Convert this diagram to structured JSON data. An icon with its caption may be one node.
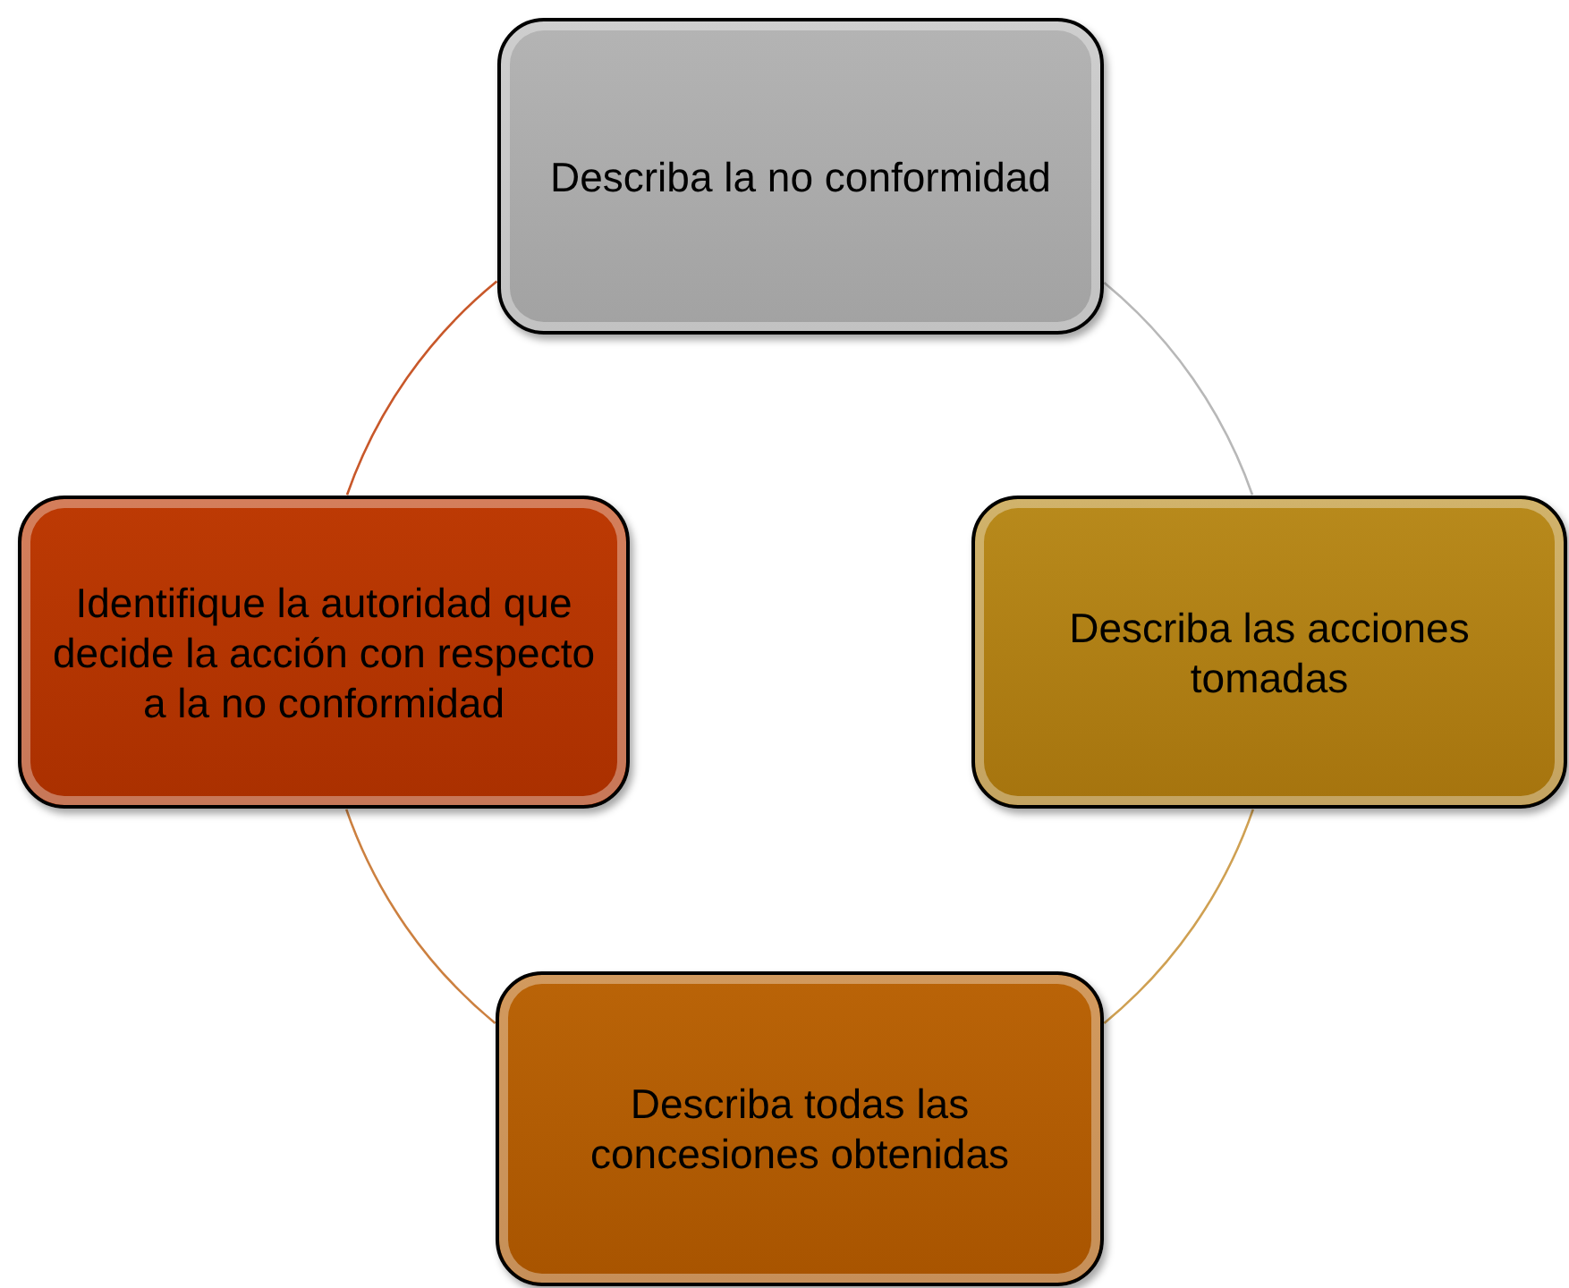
{
  "diagram": {
    "nodes": [
      {
        "text": [
          "Describa la no conformidad"
        ]
      },
      {
        "text": [
          "Describa las acciones tomadas"
        ]
      },
      {
        "text": [
          "Describa todas las concesiones obtenidas"
        ]
      },
      {
        "text": [
          "Identifique la autoridad que decide la acción con respecto a la no conformidad"
        ]
      }
    ],
    "edges": [
      {
        "from": 0,
        "to": 1,
        "arrow": "none",
        "color": "#b8b8b8"
      },
      {
        "from": 1,
        "to": 2,
        "arrow": "none",
        "color": "#cfa052"
      },
      {
        "from": 2,
        "to": 3,
        "arrow": "none",
        "color": "#cc8040"
      },
      {
        "from": 3,
        "to": 0,
        "arrow": "none",
        "color": "#c8582a"
      }
    ]
  }
}
